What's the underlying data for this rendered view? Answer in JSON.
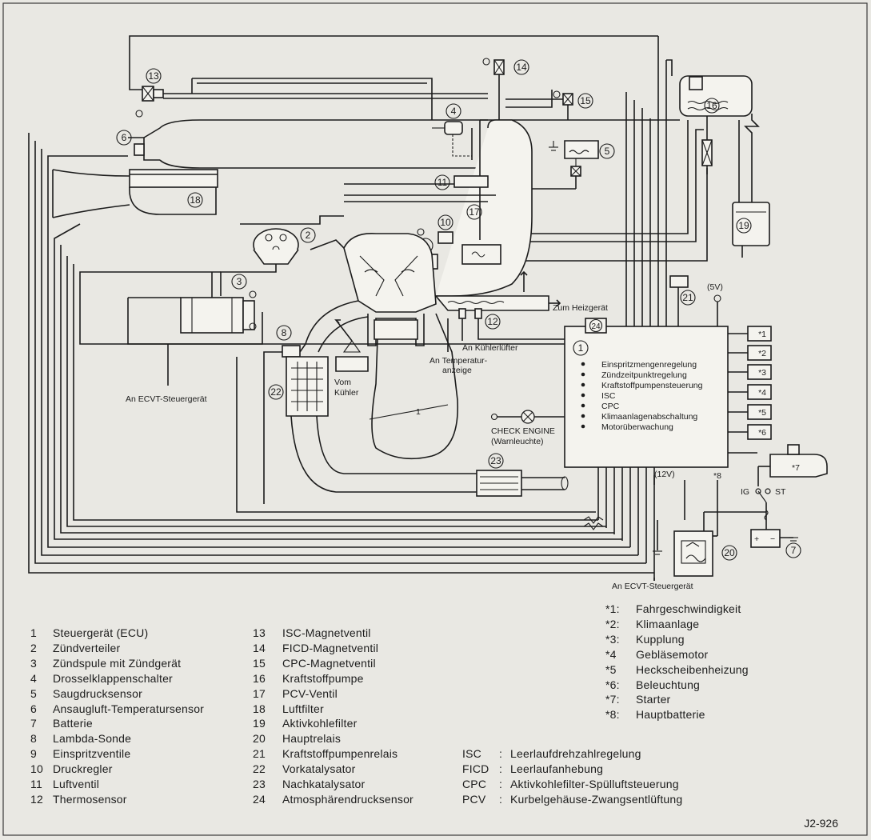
{
  "diagram": {
    "labels": {
      "zum_heizgeraet": "Zum Heizgerät",
      "an_kuehlerluefter": "An Kühlerlüfter",
      "an_temperaturanzeige_1": "An Temperatur-",
      "an_temperaturanzeige_2": "anzeige",
      "vom_kuehler_1": "Vom",
      "vom_kuehler_2": "Kühler",
      "an_ecvt_left": "An ECVT-Steuergerät",
      "an_ecvt_bottom": "An ECVT-Steuergerät",
      "check_engine": "CHECK ENGINE",
      "warnleuchte": "(Warnleuchte)",
      "v5": "(5V)",
      "v12": "(12V)",
      "ig": "IG",
      "st": "ST",
      "plus": "+",
      "minus": "−"
    },
    "ecu_functions": [
      "Einspritzmengenregelung",
      "Zündzeitpunktregelung",
      "Kraftstoffpumpensteuerung",
      "ISC",
      "CPC",
      "Klimaanlagenabschaltung",
      "Motorüberwachung"
    ],
    "inputs": [
      "*1",
      "*2",
      "*3",
      "*4",
      "*5",
      "*6"
    ],
    "starter_tag": "*7",
    "battery_tag": "*8",
    "component_numbers": {
      "n1": "1",
      "n2": "2",
      "n3": "3",
      "n4": "4",
      "n5": "5",
      "n6": "6",
      "n7": "7",
      "n8": "8",
      "n9": "9",
      "n10": "10",
      "n11": "11",
      "n12": "12",
      "n13": "13",
      "n14": "14",
      "n15": "15",
      "n16": "16",
      "n17": "17",
      "n18": "18",
      "n19": "19",
      "n20": "20",
      "n21": "21",
      "n22": "22",
      "n23": "23",
      "n24": "24"
    },
    "scale_mark": "1"
  },
  "legend_left": [
    {
      "num": "1",
      "text": "Steuergerät (ECU)"
    },
    {
      "num": "2",
      "text": "Zündverteiler"
    },
    {
      "num": "3",
      "text": "Zündspule mit Zündgerät"
    },
    {
      "num": "4",
      "text": "Drosselklappenschalter"
    },
    {
      "num": "5",
      "text": "Saugdrucksensor"
    },
    {
      "num": "6",
      "text": "Ansaugluft-Temperatursensor"
    },
    {
      "num": "7",
      "text": "Batterie"
    },
    {
      "num": "8",
      "text": "Lambda-Sonde"
    },
    {
      "num": "9",
      "text": "Einspritzventile"
    },
    {
      "num": "10",
      "text": "Druckregler"
    },
    {
      "num": "11",
      "text": "Luftventil"
    },
    {
      "num": "12",
      "text": "Thermosensor"
    }
  ],
  "legend_mid": [
    {
      "num": "13",
      "text": "ISC-Magnetventil"
    },
    {
      "num": "14",
      "text": "FICD-Magnetventil"
    },
    {
      "num": "15",
      "text": "CPC-Magnetventil"
    },
    {
      "num": "16",
      "text": "Kraftstoffpumpe"
    },
    {
      "num": "17",
      "text": "PCV-Ventil"
    },
    {
      "num": "18",
      "text": "Luftfilter"
    },
    {
      "num": "19",
      "text": "Aktivkohlefilter"
    },
    {
      "num": "20",
      "text": "Hauptrelais"
    },
    {
      "num": "21",
      "text": "Kraftstoffpumpenrelais"
    },
    {
      "num": "22",
      "text": "Vorkatalysator"
    },
    {
      "num": "23",
      "text": "Nachkatalysator"
    },
    {
      "num": "24",
      "text": "Atmosphärendrucksensor"
    }
  ],
  "legend_inputs": [
    {
      "num": "*1:",
      "text": "Fahrgeschwindigkeit"
    },
    {
      "num": "*2:",
      "text": "Klimaanlage"
    },
    {
      "num": "*3:",
      "text": "Kupplung"
    },
    {
      "num": "*4",
      "text": "Gebläsemotor"
    },
    {
      "num": "*5",
      "text": "Heckscheibenheizung"
    },
    {
      "num": "*6:",
      "text": "Beleuchtung"
    },
    {
      "num": "*7:",
      "text": "Starter"
    },
    {
      "num": "*8:",
      "text": "Hauptbatterie"
    }
  ],
  "legend_abbr": [
    {
      "abbr": "ISC",
      "sep": ":",
      "text": "Leerlaufdrehzahlregelung"
    },
    {
      "abbr": "FICD",
      "sep": ":",
      "text": "Leerlaufanhebung"
    },
    {
      "abbr": "CPC",
      "sep": ":",
      "text": "Aktivkohlefilter-Spülluftsteuerung"
    },
    {
      "abbr": "PCV",
      "sep": ":",
      "text": "Kurbelgehäuse-Zwangsentlüftung"
    }
  ],
  "figure_id": "J2-926"
}
